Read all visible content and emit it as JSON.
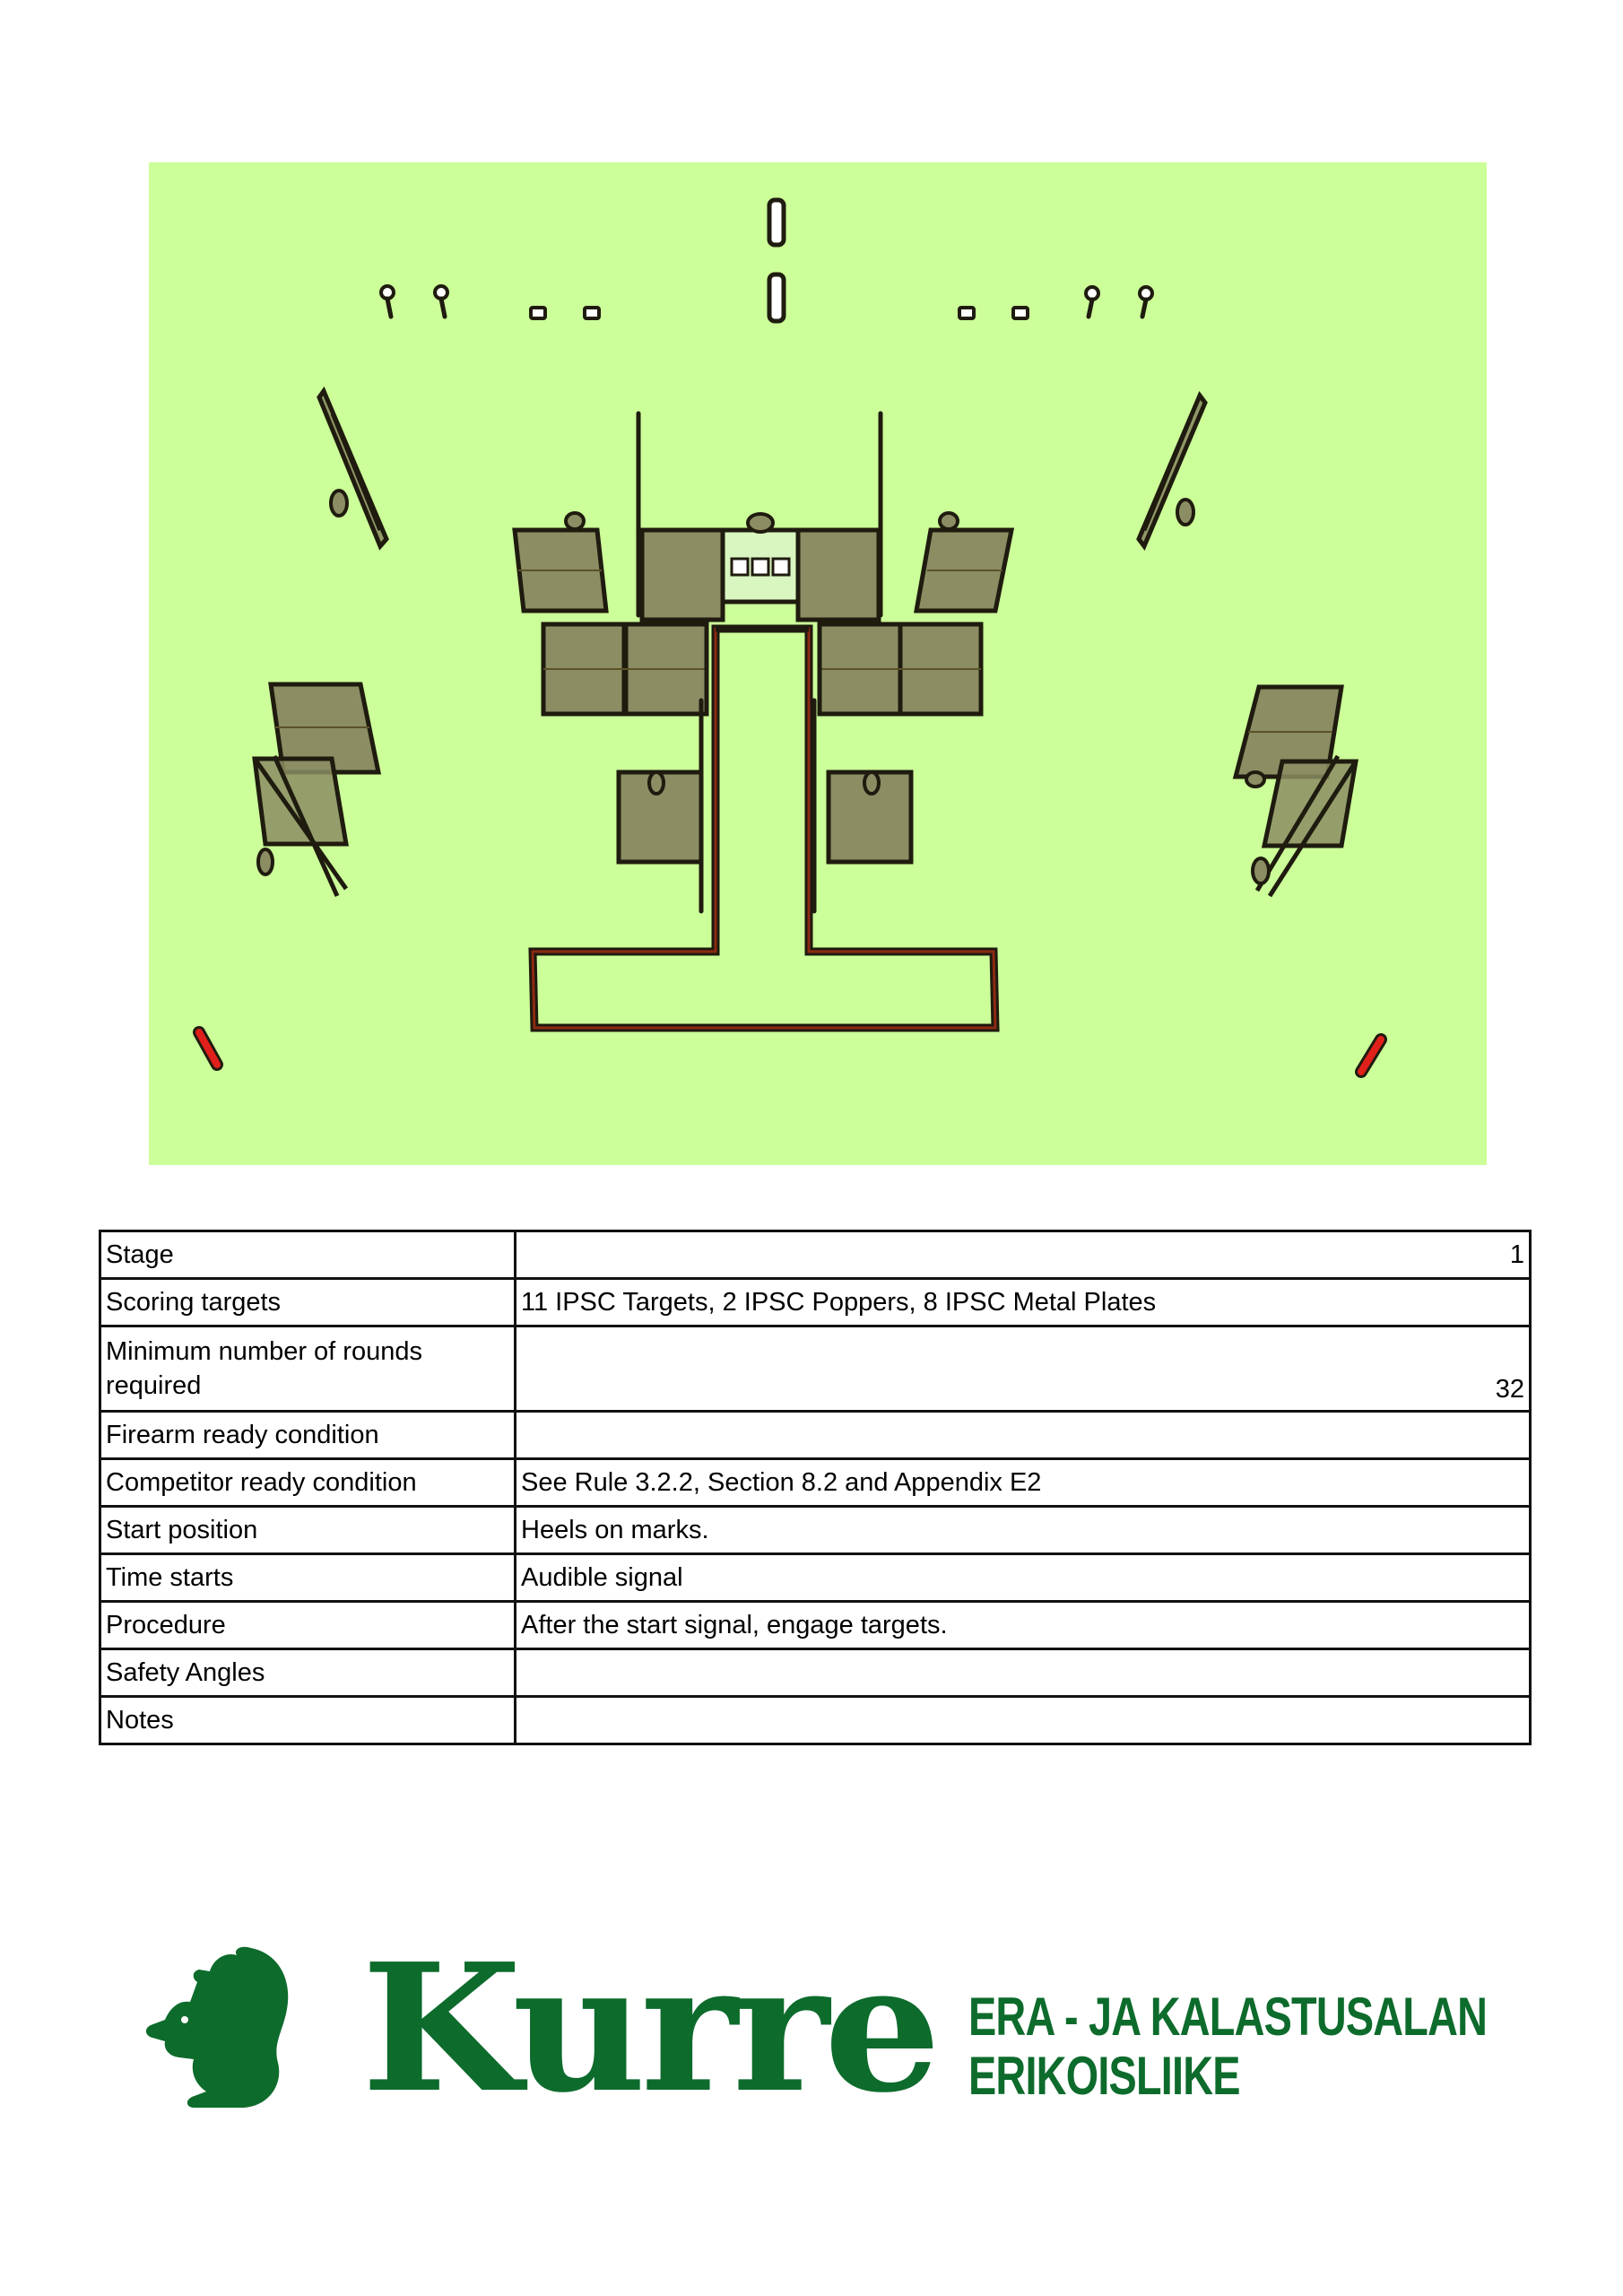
{
  "table": {
    "rows": [
      {
        "label": "Stage",
        "value": "1"
      },
      {
        "label": "Scoring targets",
        "value": "11 IPSC Targets, 2 IPSC Poppers, 8 IPSC Metal Plates"
      },
      {
        "label": "Minimum number of rounds required",
        "value": "32"
      },
      {
        "label": "Firearm ready condition",
        "value": ""
      },
      {
        "label": "Competitor ready condition",
        "value": "See Rule 3.2.2, Section 8.2 and Appendix E2"
      },
      {
        "label": "Start position",
        "value": "Heels on marks."
      },
      {
        "label": "Time starts",
        "value": "Audible signal"
      },
      {
        "label": "Procedure",
        "value": "After the start signal, engage targets."
      },
      {
        "label": "Safety Angles",
        "value": ""
      },
      {
        "label": "Notes",
        "value": ""
      }
    ]
  },
  "logo": {
    "word": "Kurre",
    "tagline_1": "ERA - JA KALASTUSALAN",
    "tagline_2": "ERIKOISLIIKE",
    "brand_color": "#0d6b2c"
  },
  "diagram": {
    "background_color": "#ccff99",
    "icons": [
      "squirrel-icon"
    ]
  }
}
